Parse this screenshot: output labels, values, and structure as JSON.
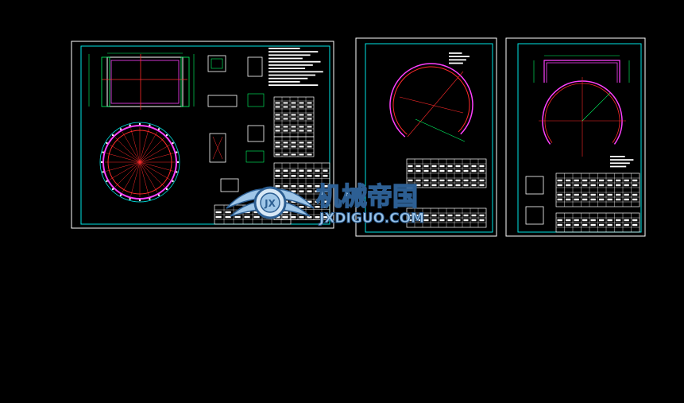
{
  "watermark": {
    "title": "机械帝国",
    "subtitle": "JXDIGUO.COM",
    "emblem": "JX"
  },
  "colors": {
    "background": "#000000",
    "frame": "#ffffff",
    "border_inner": "#00e5e5",
    "ring": "#ff2a2a",
    "ring_alt": "#ff40ff",
    "dim": "#00ff66",
    "table": "#ffffff",
    "watermark_fill": "#9fc6e8",
    "watermark_outline": "#2d5f93"
  },
  "sheets": [
    {
      "id": "sheet-1",
      "kind": "assembly-drawing"
    },
    {
      "id": "sheet-2",
      "kind": "part-drawing-arc"
    },
    {
      "id": "sheet-3",
      "kind": "part-drawing-channel"
    }
  ]
}
